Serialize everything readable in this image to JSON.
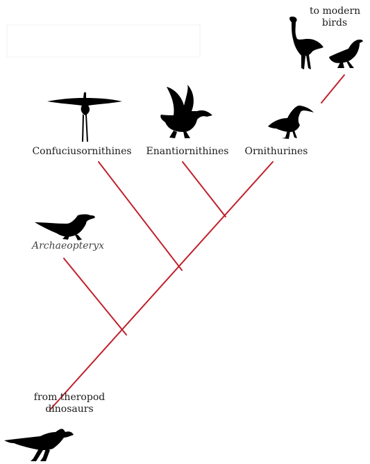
{
  "labels": {
    "to_modern_line1": "to modern",
    "to_modern_line2": "birds",
    "confuciusornithines": "Confuciusornithines",
    "enantiornithines": "Enantiornithines",
    "ornithurines": "Ornithurines",
    "archaeopteryx": "Archaeopteryx",
    "from_theropod_line1": "from theropod",
    "from_theropod_line2": "dinosaurs"
  },
  "colors": {
    "branch": "#c0202a",
    "silhouette": "#000000"
  },
  "icons": {
    "confuciusornis": "confuciusornis-silhouette-icon",
    "enantiornis": "enantiornis-silhouette-icon",
    "ornithurine": "ornithurine-bird-silhouette-icon",
    "ostrich": "ostrich-silhouette-icon",
    "crow": "crow-silhouette-icon",
    "archaeopteryx": "archaeopteryx-silhouette-icon",
    "theropod": "theropod-dinosaur-silhouette-icon"
  }
}
